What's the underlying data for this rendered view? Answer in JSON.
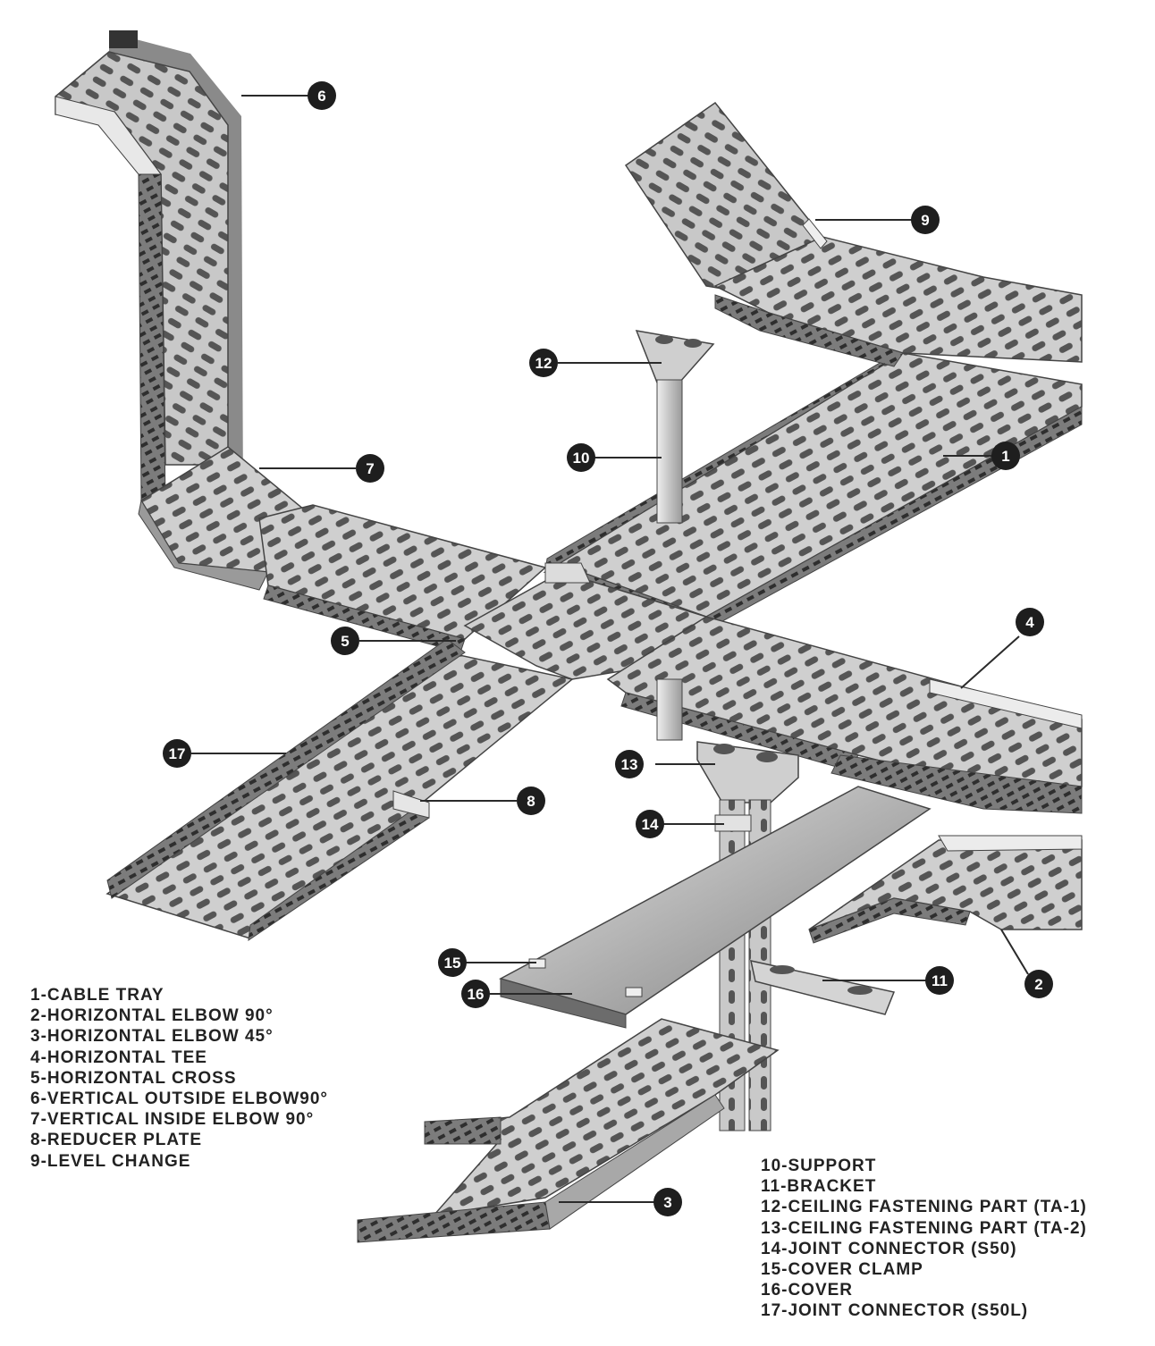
{
  "callouts": [
    {
      "num": "1"
    },
    {
      "num": "2"
    },
    {
      "num": "3"
    },
    {
      "num": "4"
    },
    {
      "num": "5"
    },
    {
      "num": "6"
    },
    {
      "num": "7"
    },
    {
      "num": "8"
    },
    {
      "num": "9"
    },
    {
      "num": "10"
    },
    {
      "num": "11"
    },
    {
      "num": "12"
    },
    {
      "num": "13"
    },
    {
      "num": "14"
    },
    {
      "num": "15"
    },
    {
      "num": "16"
    },
    {
      "num": "17"
    }
  ],
  "legend_left": [
    "1-CABLE TRAY",
    "2-HORIZONTAL ELBOW 90°",
    "3-HORIZONTAL ELBOW 45°",
    "4-HORIZONTAL TEE",
    "5-HORIZONTAL CROSS",
    "6-VERTICAL OUTSIDE ELBOW90°",
    "7-VERTICAL INSIDE ELBOW 90°",
    "8-REDUCER PLATE",
    "9-LEVEL CHANGE"
  ],
  "legend_right": [
    "10-SUPPORT",
    "11-BRACKET",
    "12-CEILING FASTENING PART (TA-1)",
    "13-CEILING FASTENING PART (TA-2)",
    "14-JOINT CONNECTOR (S50)",
    "15-COVER CLAMP",
    "16-COVER",
    "17-JOINT CONNECTOR (S50L)"
  ],
  "colors": {
    "tray_light": "#d6d6d6",
    "tray_mid": "#a9a9a9",
    "tray_dark": "#6f6f6f",
    "slot": "#4a4a4a",
    "callout": "#1e1e1e"
  }
}
